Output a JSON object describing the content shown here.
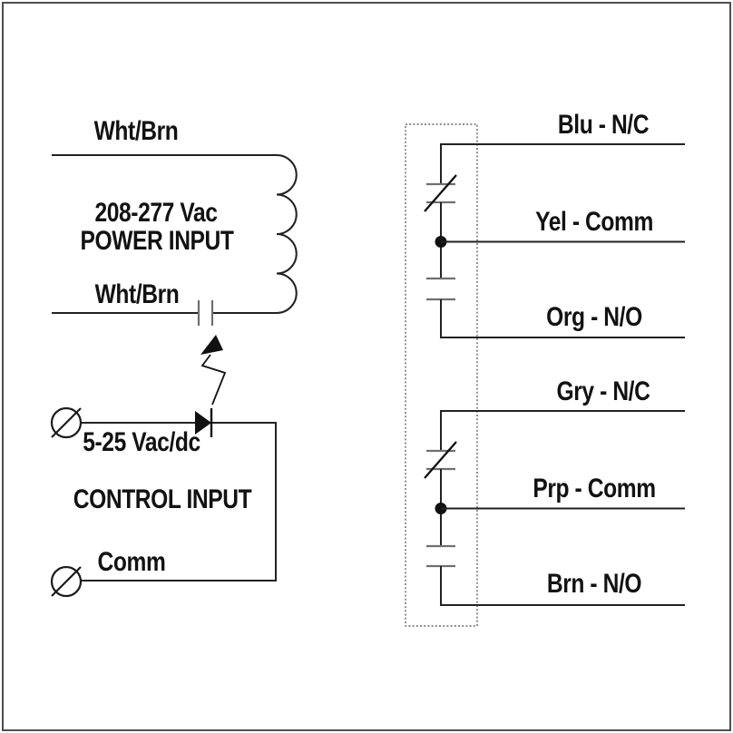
{
  "page": {
    "background": "#ffffff",
    "border_color": "#4f4f4f"
  },
  "power_input": {
    "top_wire_label": "Wht/Brn",
    "voltage": "208-277 Vac",
    "title": "POWER INPUT",
    "bottom_wire_label": "Wht/Brn"
  },
  "control_input": {
    "voltage": "5-25 Vac/dc",
    "title": "CONTROL INPUT",
    "comm_label": "Comm"
  },
  "relay_contacts": {
    "pole1": [
      "Blu - N/C",
      "Yel - Comm",
      "Org - N/O"
    ],
    "pole2": [
      "Gry - N/C",
      "Prp - Comm",
      "Brn - N/O"
    ]
  },
  "symbols": [
    "inductor-coil",
    "capacitor",
    "diode",
    "lightning-arrow",
    "screw-terminal",
    "nc-contact",
    "no-contact",
    "junction-dot",
    "relay-boundary-box"
  ],
  "colors": {
    "wire": "#222222",
    "contact_bar": "#6f6f6f",
    "symbol": "#111111"
  }
}
